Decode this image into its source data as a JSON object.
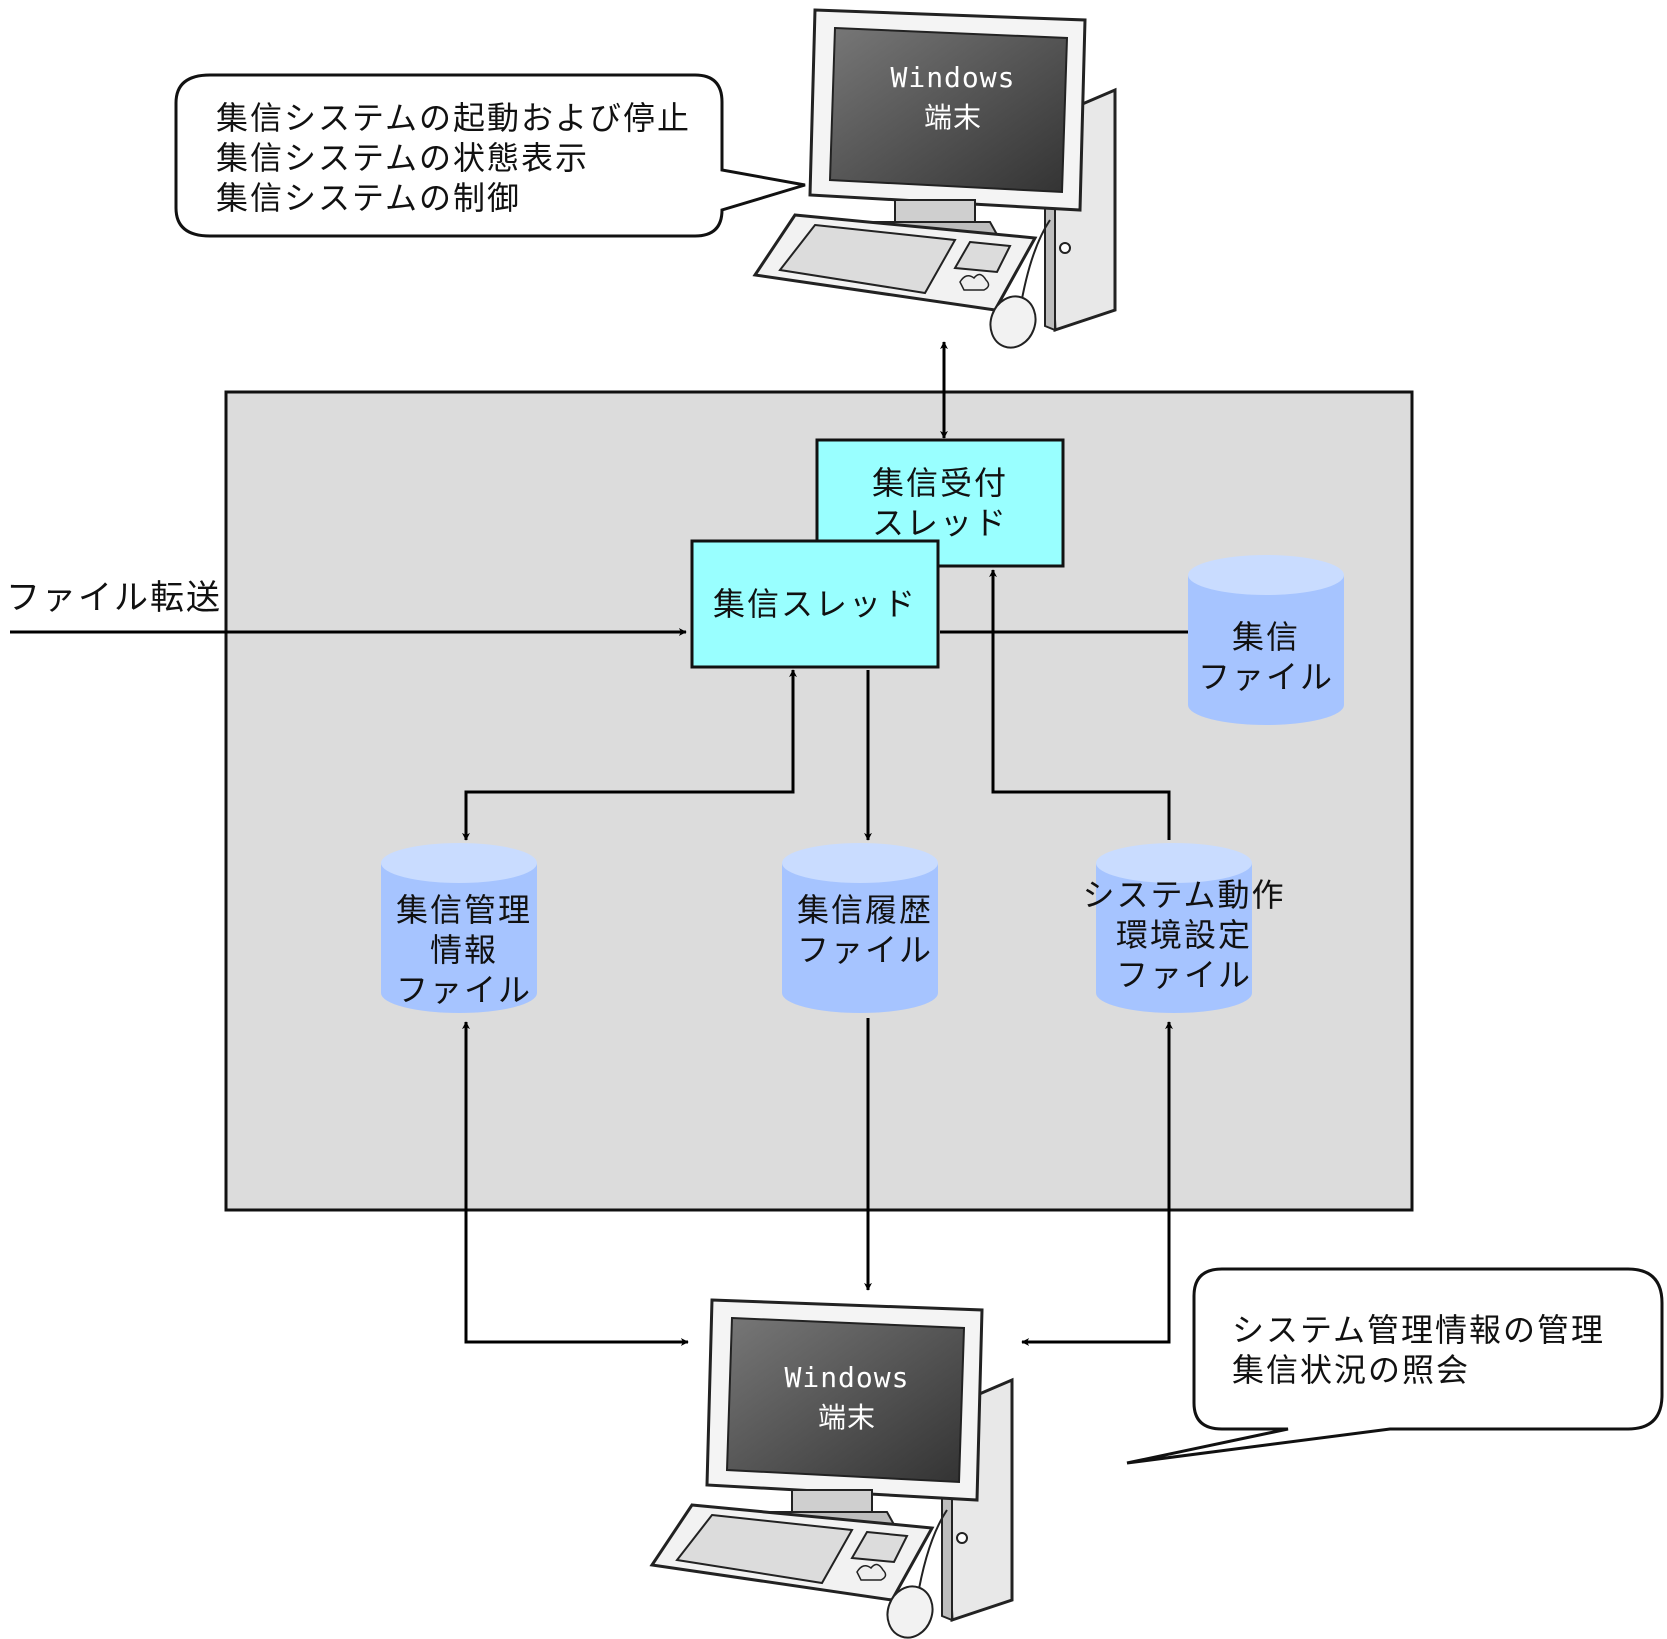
{
  "top_terminal": {
    "screen_lines": [
      "Windows",
      "端末"
    ],
    "callout_lines": [
      "集信システムの起動および停止",
      "集信システムの状態表示",
      "集信システムの制御"
    ]
  },
  "bottom_terminal": {
    "screen_lines": [
      "Windows",
      "端末"
    ],
    "callout_lines": [
      "システム管理情報の管理",
      "集信状況の照会"
    ]
  },
  "external_input": "ファイル転送",
  "threads": {
    "reception": [
      "集信受付",
      "スレッド"
    ],
    "receive": "集信スレッド"
  },
  "files": {
    "receive_file": [
      "集信",
      "ファイル"
    ],
    "mgmt_info": [
      "集信管理",
      "情報",
      "ファイル"
    ],
    "history": [
      "集信履歴",
      "ファイル"
    ],
    "sys_config": [
      "システム動作",
      "環境設定",
      "ファイル"
    ]
  },
  "colors": {
    "container_fill": "#dcdcdc",
    "thread_fill": "#99ffff",
    "cylinder_body": "#a6c4ff",
    "cylinder_top": "#c9dcff"
  }
}
